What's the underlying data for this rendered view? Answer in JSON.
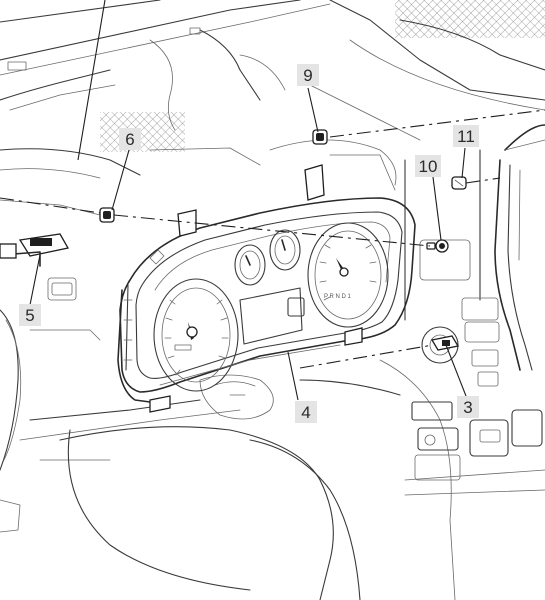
{
  "callouts": [
    {
      "label": "9"
    },
    {
      "label": "6"
    },
    {
      "label": "11"
    },
    {
      "label": "10"
    },
    {
      "label": "5"
    },
    {
      "label": "4"
    },
    {
      "label": "3"
    }
  ],
  "gauge_text": {
    "gear_indicator": "P R N D 1"
  }
}
